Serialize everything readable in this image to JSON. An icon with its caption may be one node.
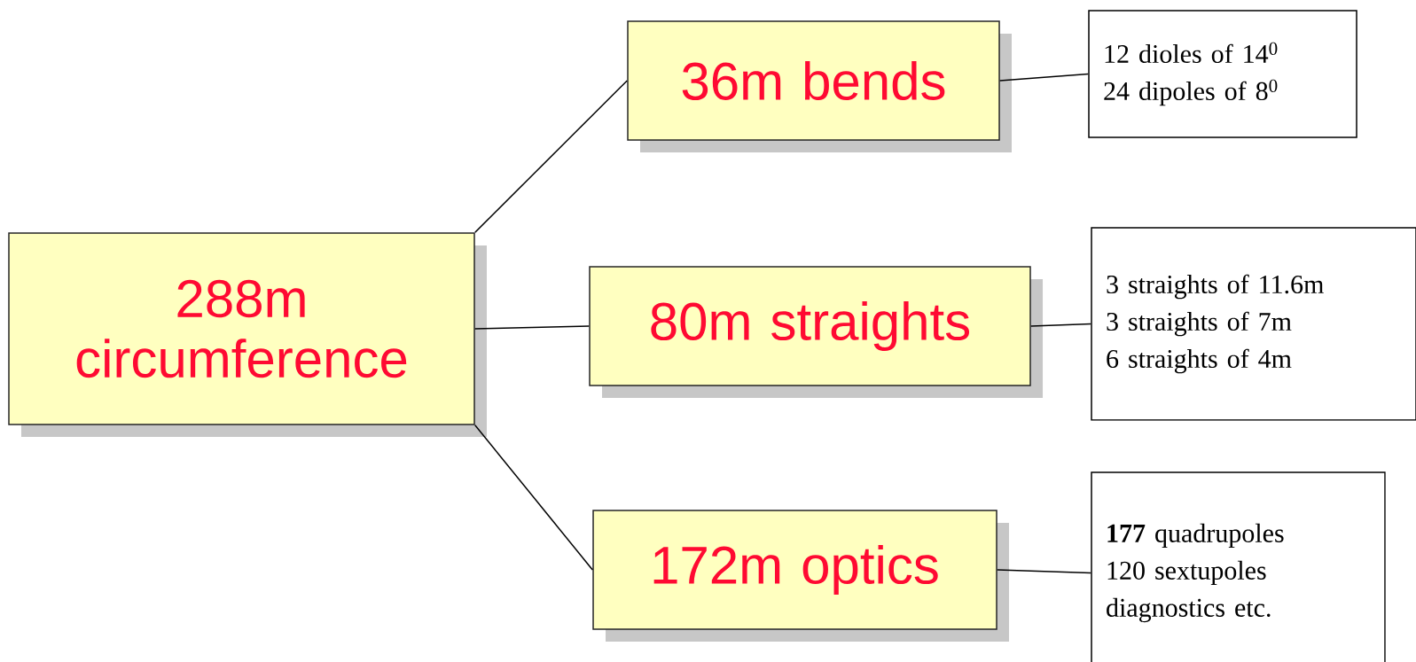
{
  "diagram": {
    "nodes": [
      {
        "text": [
          "288m circumference"
        ]
      },
      {
        "text": [
          "36m bends"
        ]
      },
      {
        "text": [
          "80m straights"
        ]
      },
      {
        "text": [
          "172m optics"
        ]
      },
      {
        "text": [
          "12 dioles of 14$^{0}$",
          "24 dipoles of 8$^{0}$"
        ]
      },
      {
        "text": [
          "3 straights of 11.6m",
          "3 straights of 7m",
          "6 straights of 4m"
        ]
      },
      {
        "text": [
          "**177** quadrupoles",
          "120 sextupoles",
          "diagnostics etc."
        ]
      }
    ],
    "edges": [
      {
        "from": 0,
        "to": 1,
        "arrow": "none"
      },
      {
        "from": 0,
        "to": 2,
        "arrow": "none"
      },
      {
        "from": 0,
        "to": 3,
        "arrow": "none"
      },
      {
        "from": 1,
        "to": 4,
        "arrow": "none"
      },
      {
        "from": 2,
        "to": 5,
        "arrow": "none"
      },
      {
        "from": 3,
        "to": 6,
        "arrow": "none"
      }
    ]
  }
}
